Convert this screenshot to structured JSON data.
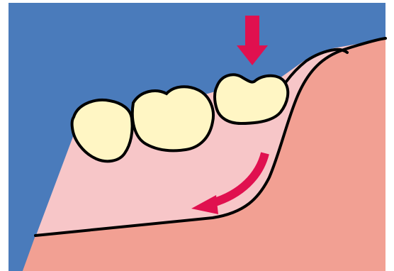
{
  "figure": {
    "colors": {
      "background_blue": "#4a7bbb",
      "soft_tissue_light_pink": "#f7c6c8",
      "bone_salmon": "#f2a093",
      "outline_black": "#000000",
      "tooth_cream": "#fff6c4",
      "arrow_crimson": "#e0104f",
      "frame_white": "#ffffff"
    },
    "elements": {
      "background": "blue-background",
      "gum_tissue": "pink-soft-tissue",
      "bone": "salmon-bone-region",
      "teeth": [
        "molar-tooth",
        "premolar-tooth",
        "premolar-tooth"
      ],
      "arrows": [
        "down-pressure-arrow",
        "curved-backward-arrow"
      ]
    }
  }
}
